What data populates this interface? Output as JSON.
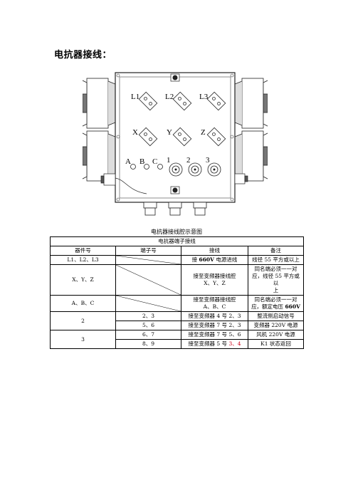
{
  "title": "电抗器接线：",
  "diagram": {
    "terminal_labels": [
      "L1",
      "L2",
      "L3",
      "X",
      "Y",
      "Z",
      "A",
      "B",
      "C",
      "1",
      "2",
      "3"
    ]
  },
  "caption": "电抗器接线腔示意图",
  "table": {
    "title": "电抗器端子接线",
    "headers": [
      "器件号",
      "端子号",
      "接线",
      "备注"
    ],
    "rows": {
      "r1": {
        "device": "L1、L2、L3",
        "wiring_pre": "接 ",
        "wiring_bold": "660V",
        "wiring_post": " 电源进线",
        "note": "线径 55 平方或以上"
      },
      "r2": {
        "device": "X、Y、Z",
        "wiring_line1": "接至变频器接线腔",
        "wiring_line2": "X、Y、Z",
        "note_line1": "同名端必须一一对",
        "note_line2": "应，线径 55 平方或以",
        "note_line3": "上"
      },
      "r3": {
        "device": "A、B、C",
        "wiring_line1": "接至变频器接线腔",
        "wiring_line2": "A、B、C",
        "note_line1": "同名端必须一一对",
        "note_line2_pre": "应，额定电压 ",
        "note_line2_bold": "660V"
      },
      "r4": {
        "device": "2",
        "terminal_a": "2、3",
        "wiring_a": "接至变频器 4 号 2、3",
        "note_a": "整流侧启动信号",
        "terminal_b": "5、6",
        "wiring_b": "接至变频器 7 号 2、3",
        "note_b": "变频器 220V 电源"
      },
      "r5": {
        "device": "3",
        "terminal_a": "6、7",
        "wiring_a": "接至变频器 7 号 5、6",
        "note_a": "风机 220V 电源",
        "terminal_b": "8、9",
        "wiring_b_pre": "接至变频器 5 号 ",
        "wiring_b_red": "3、4",
        "note_b": "K1 状态返回"
      }
    }
  }
}
